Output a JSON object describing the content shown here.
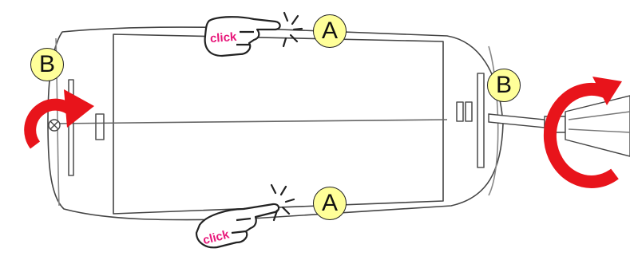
{
  "labels": {
    "a_top": "A",
    "a_bottom": "A",
    "b_left": "B",
    "b_right": "B"
  },
  "hands": {
    "top_text": "click",
    "bottom_text": "click"
  },
  "colors": {
    "arrow": "#e8141b",
    "label_fill": "#ffff99",
    "click_text": "#e8177a",
    "line": "#444444"
  }
}
